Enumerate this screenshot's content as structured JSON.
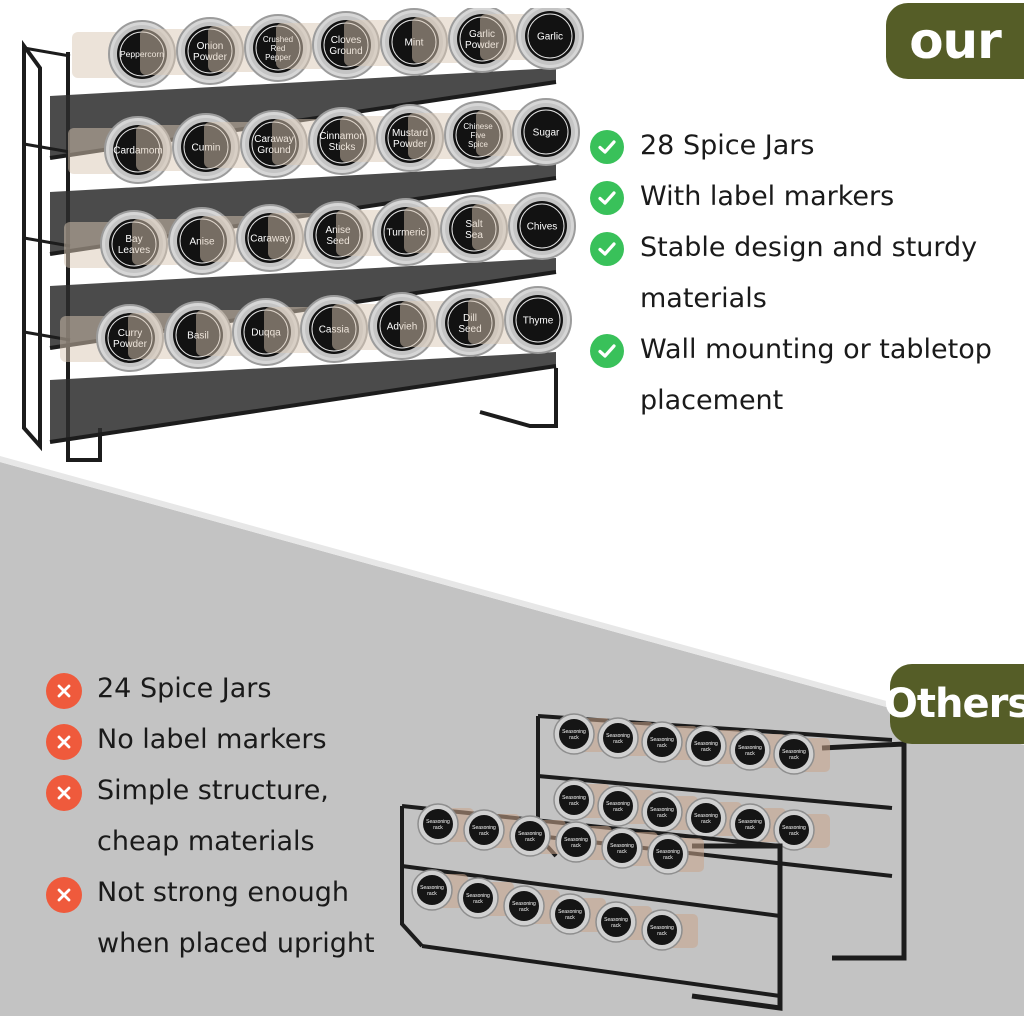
{
  "badges": {
    "our": "our",
    "others": "Others"
  },
  "our_rack": {
    "rows": [
      [
        "Peppercorn",
        "Onion Powder",
        "Crushed Red Pepper",
        "Cloves Ground",
        "Mint",
        "Garlic Powder",
        "Garlic"
      ],
      [
        "Cardamom",
        "Cumin",
        "Caraway Ground",
        "Cinnamon Sticks",
        "Mustard Powder",
        "Chinese Five Spice",
        "Sugar"
      ],
      [
        "Bay Leaves",
        "Anise",
        "Caraway",
        "Anise Seed",
        "Turmeric",
        "Salt Sea",
        "Chives"
      ],
      [
        "Curry Powder",
        "Basil",
        "Duqqa",
        "Cassia",
        "Advieh",
        "Dill Seed",
        "Thyme"
      ]
    ]
  },
  "our_features": [
    {
      "text": "28 Spice Jars",
      "icon": "check-icon"
    },
    {
      "text": "With label markers",
      "icon": "check-icon"
    },
    {
      "text": "Stable design and sturdy materials",
      "icon": "check-icon"
    },
    {
      "text": "Wall mounting or tabletop placement",
      "icon": "check-icon"
    }
  ],
  "others_features": [
    {
      "text": "24 Spice Jars",
      "icon": "cross-icon"
    },
    {
      "text": "No label markers",
      "icon": "cross-icon"
    },
    {
      "text": "Simple structure, cheap materials",
      "icon": "cross-icon"
    },
    {
      "text": "Not strong enough when placed upright",
      "icon": "cross-icon"
    }
  ],
  "others_rack": {
    "jar_label": "Seasoning rack"
  },
  "colors": {
    "badge": "#555d27",
    "check": "#39c15a",
    "cross": "#ef5a3c",
    "gray_panel": "#c2c2c2",
    "text": "#1a1a1a",
    "rack_metal": "#1c1c1c"
  }
}
